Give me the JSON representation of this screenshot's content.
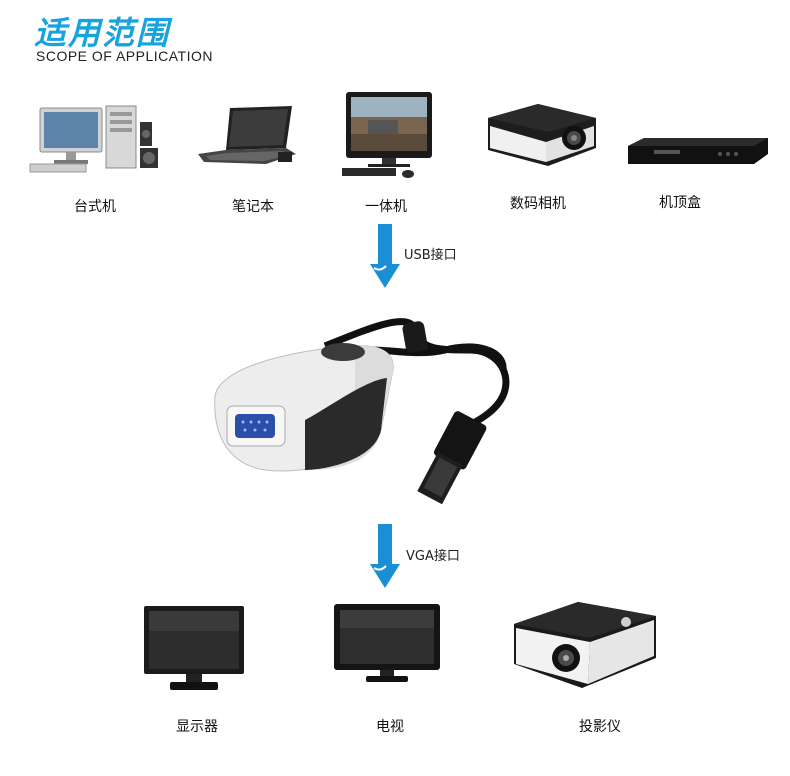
{
  "header": {
    "title_cn": "适用范围",
    "title_en": "SCOPE OF APPLICATION"
  },
  "sources": [
    {
      "label": "台式机",
      "icon": "desktop-computer-icon"
    },
    {
      "label": "笔记本",
      "icon": "laptop-icon"
    },
    {
      "label": "一体机",
      "icon": "all-in-one-pc-icon"
    },
    {
      "label": "数码相机",
      "icon": "digital-camera-projector-icon"
    },
    {
      "label": "机顶盒",
      "icon": "set-top-box-icon"
    }
  ],
  "arrows": {
    "top_label": "USB接口",
    "bottom_label": "VGA接口"
  },
  "outputs": [
    {
      "label": "显示器",
      "icon": "monitor-icon"
    },
    {
      "label": "电视",
      "icon": "tv-icon"
    },
    {
      "label": "投影仪",
      "icon": "projector-icon"
    }
  ],
  "colors": {
    "accent": "#17a2e0",
    "arrow": "#1a8fd6"
  }
}
